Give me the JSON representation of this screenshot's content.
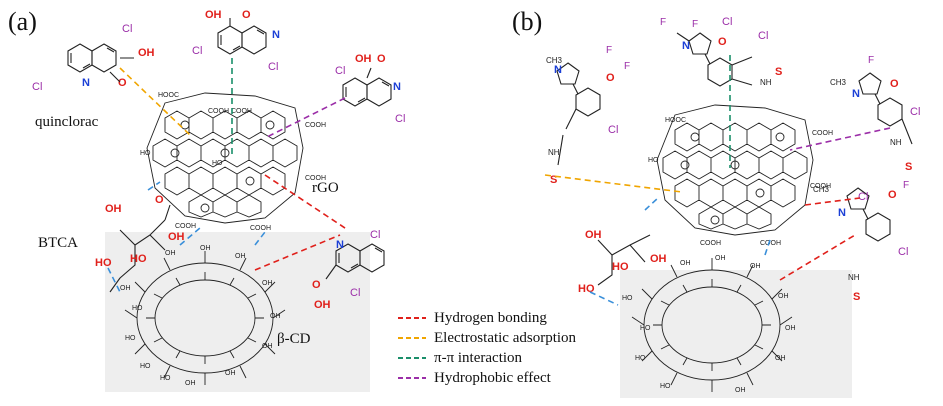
{
  "panels": {
    "a": {
      "label": "(a)",
      "molecules": {
        "quinclorac": "quinclorac",
        "btca": "BTCA",
        "rgo": "rGO",
        "beta_cd": "β-CD"
      }
    },
    "b": {
      "label": "(b)"
    }
  },
  "atoms": {
    "cl": "Cl",
    "f": "F",
    "o": "O",
    "n": "N",
    "s": "S",
    "oh": "OH",
    "ho": "HO",
    "cooh": "COOH",
    "hooc": "HOOC",
    "nh": "NH",
    "ch3": "CH3"
  },
  "legend": {
    "items": [
      {
        "label": "Hydrogen bonding",
        "color": "#e0201b"
      },
      {
        "label": "Electrostatic adsorption",
        "color": "#f0a500"
      },
      {
        "label": "π-π interaction",
        "color": "#1a8f6a"
      },
      {
        "label": "Hydrophobic effect",
        "color": "#9b2ea8"
      }
    ]
  },
  "colors": {
    "hbond_blue": "#3a8fd9",
    "cl": "#9b2ea8",
    "o": "#e0201b",
    "n": "#1b3fd6",
    "cd_bg": "#eeeeee"
  }
}
